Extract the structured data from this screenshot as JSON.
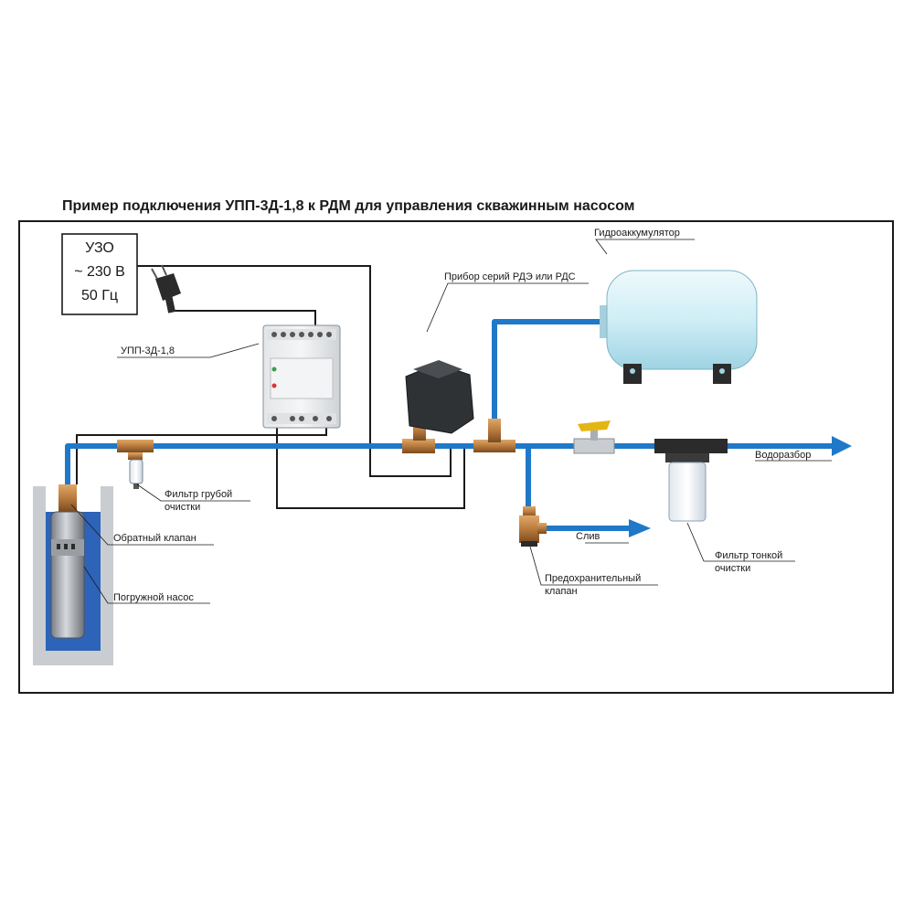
{
  "title": "Пример подключения УПП-3Д-1,8 к РДМ для управления скважинным насосом",
  "uzo": {
    "line1": "УЗО",
    "line2": "~ 230 В",
    "line3": "50 Гц"
  },
  "labels": {
    "upp": "УПП-3Д-1,8",
    "pressure_switch": "Прибор серий РДЭ или РДС",
    "accumulator": "Гидроаккумулятор",
    "coarse_filter_1": "Фильтр грубой",
    "coarse_filter_2": "очистки",
    "check_valve": "Обратный клапан",
    "pump": "Погружной насос",
    "water_outlet": "Водоразбор",
    "drain": "Слив",
    "safety_valve_1": "Предохранительный",
    "safety_valve_2": "клапан",
    "fine_filter_1": "Фильтр тонкой",
    "fine_filter_2": "очистки"
  },
  "colors": {
    "pipe": "#1f78c8",
    "wire": "#1a1a1a",
    "brass": "#b87a3e",
    "tank": "#d8f0f6",
    "well": "#c9ccd0",
    "water": "#2d63b8"
  }
}
